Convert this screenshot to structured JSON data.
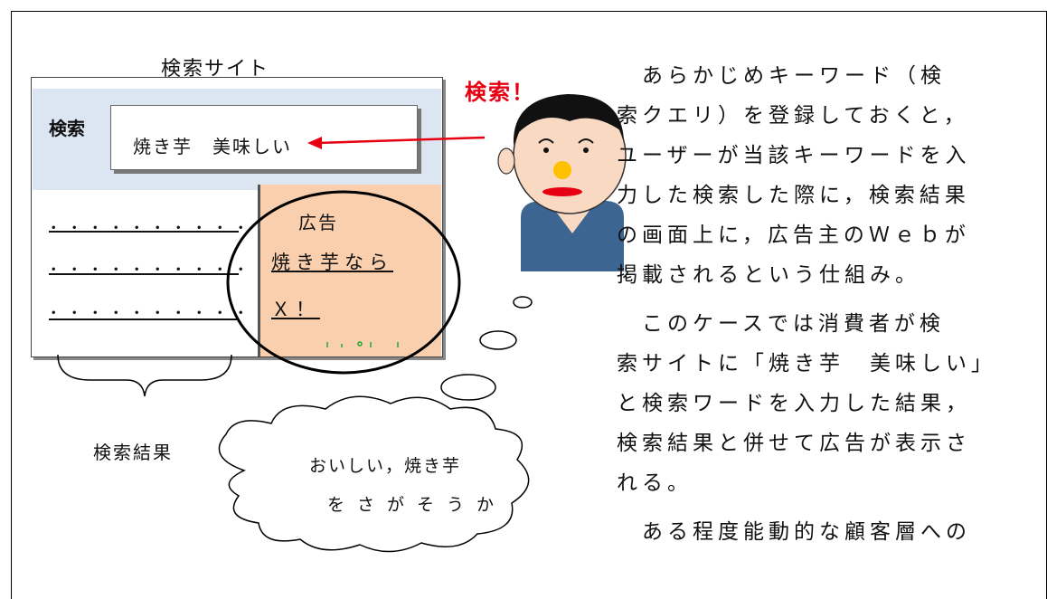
{
  "site": {
    "title": "検索サイト",
    "search_label": "検索",
    "query": "焼き芋　美味しい",
    "dots": [
      "．．．．．．．．．．",
      "．．．．．．．．．．",
      "．．．．．．．．．．"
    ],
    "results_label": "検索結果"
  },
  "ad": {
    "title": "広告",
    "line1": "焼き芋なら",
    "line2": "Ｘ！"
  },
  "person": {
    "exclaim": "検索！"
  },
  "thought": {
    "line1": "おいしい，焼き芋",
    "line2": "をさがそうか"
  },
  "paragraphs": [
    "　あらかじめキーワード（検",
    "索クエリ）を登録しておくと，",
    "ユーザーが当該キーワードを入",
    "力した検索した際に，検索結果",
    "の画面上に，広告主のＷｅｂが",
    "掲載されるという仕組み。",
    "　このケースでは消費者が検",
    "索サイトに「焼き芋　美味しい」",
    "と検索ワードを入力した結果，",
    "検索結果と併せて広告が表示さ",
    "れる。",
    "　ある程度能動的な顧客層への"
  ],
  "colors": {
    "arrow": "#e60012",
    "band": "#dce6f2",
    "ad": "#f9cfae",
    "shirt": "#3d6591",
    "skin": "#fad9c3",
    "nose": "#ffc000"
  }
}
